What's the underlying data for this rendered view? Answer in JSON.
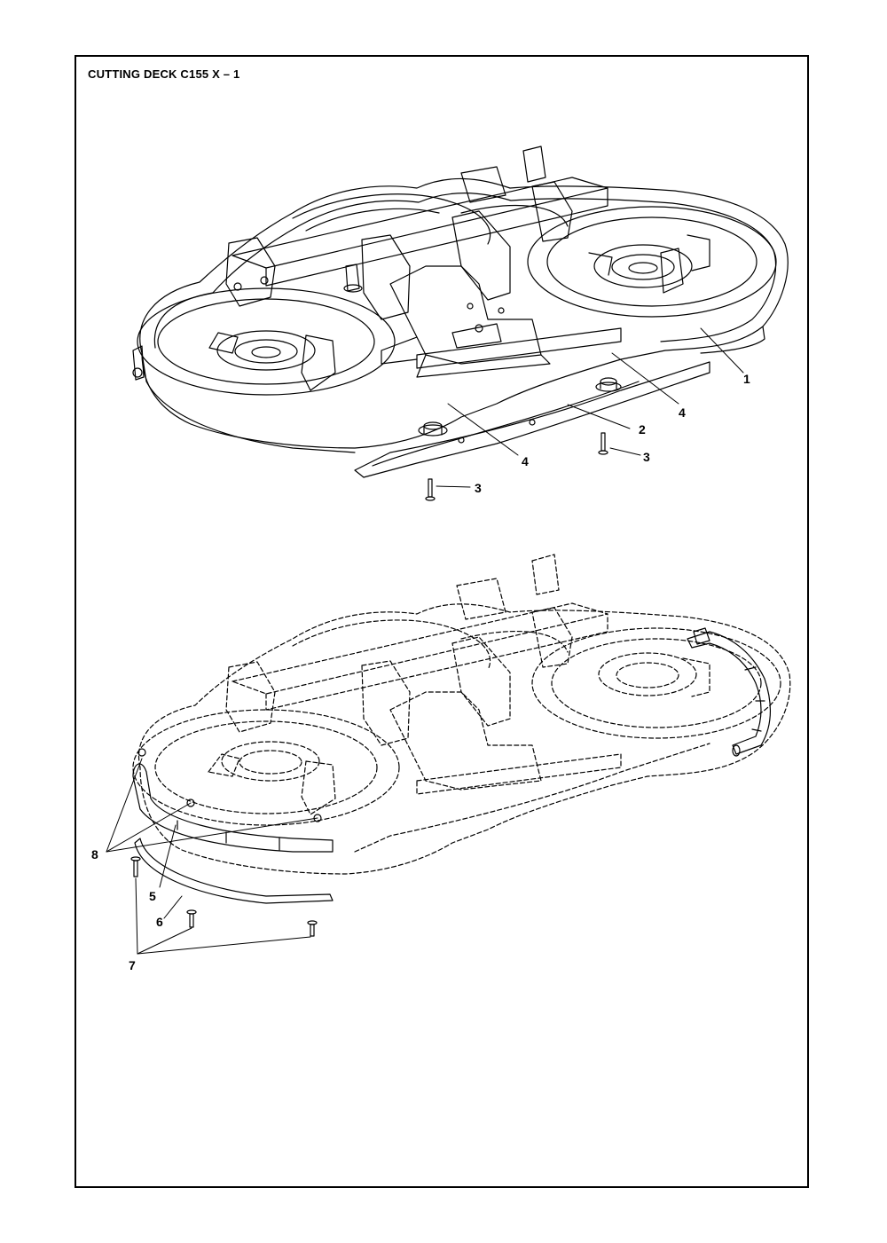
{
  "title": "CUTTING DECK C155 X – 1",
  "callouts": {
    "c1": "1",
    "c2": "2",
    "c3a": "3",
    "c3b": "3",
    "c4a": "4",
    "c4b": "4",
    "c5": "5",
    "c6": "6",
    "c7": "7",
    "c8": "8"
  }
}
